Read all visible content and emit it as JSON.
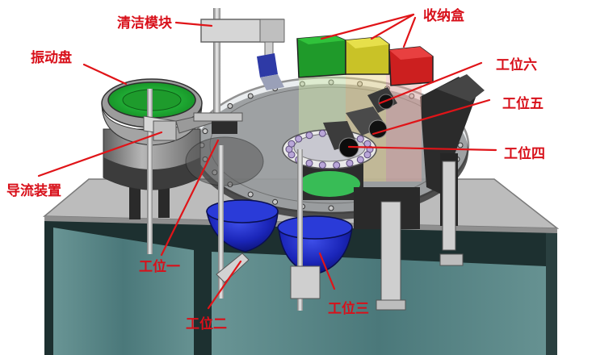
{
  "labels": {
    "cleaning_module": "清洁模块",
    "storage_box": "收纳盒",
    "vibration_plate": "振动盘",
    "station_6": "工位六",
    "station_5": "工位五",
    "station_4": "工位四",
    "guide_device": "导流装置",
    "station_1": "工位一",
    "station_2": "工位二",
    "station_3": "工位三"
  },
  "colors": {
    "label_text": "#d8101a",
    "leader_line": "#e01418",
    "box_green": "#1f9a2a",
    "box_yellow": "#c9c227",
    "box_red": "#cc1f1f",
    "bowl_blue": "#1f2fc8",
    "table_top": "#b9b9b9",
    "cabinet_glass": "#5f8e8e"
  }
}
